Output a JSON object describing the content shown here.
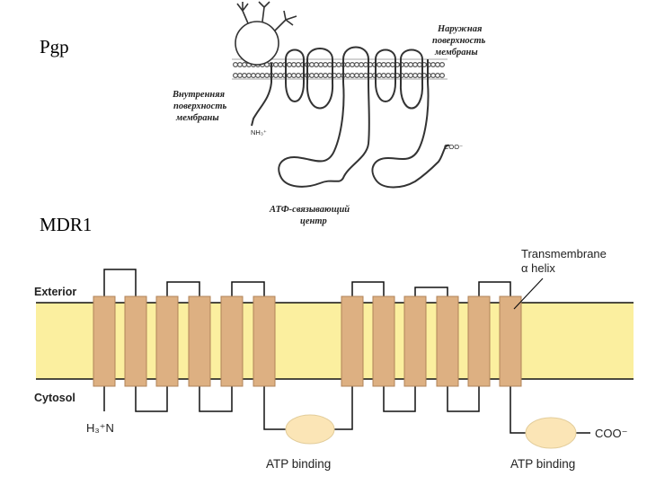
{
  "pgp": {
    "title": "Pgp",
    "outer_label": [
      "Наружная",
      "поверхность",
      "мембраны"
    ],
    "inner_label": [
      "Внутренняя",
      "поверхность",
      "мембраны"
    ],
    "n_term": "NH₃⁺",
    "c_term": "COO⁻",
    "atp_label": [
      "АТФ-связывающий",
      "центр"
    ]
  },
  "mdr1": {
    "title": "MDR1",
    "exterior": "Exterior",
    "cytosol": "Cytosol",
    "tm_label": [
      "Transmembrane",
      "α helix"
    ],
    "n_term": "H₃⁺N",
    "c_term": "COO⁻",
    "atp_left": "ATP binding",
    "atp_right": "ATP binding"
  },
  "colors": {
    "membrane": "#fbef9f",
    "helix": "#ddb082",
    "helix_edge": "#b08358",
    "atp_blob": "#fbe5b6",
    "line": "#111111"
  }
}
